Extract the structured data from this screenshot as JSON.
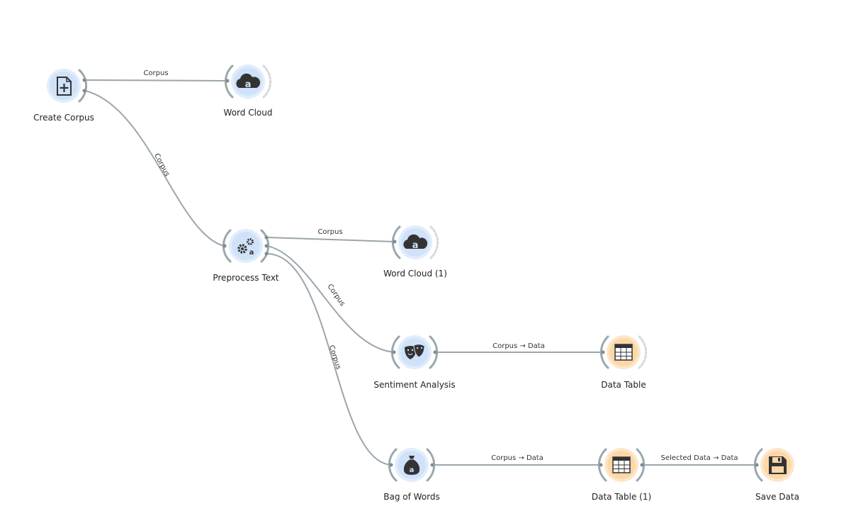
{
  "colors": {
    "blue_fill": "#cfe2fa",
    "blue_ring": "#e1edfb",
    "orange_fill": "#fcd8a8",
    "orange_ring": "#fde6c9",
    "link": "#9aa6ad",
    "icon": "#333333"
  },
  "nodes": {
    "create_corpus": {
      "label": "Create Corpus",
      "icon": "file-plus-icon"
    },
    "word_cloud": {
      "label": "Word Cloud",
      "icon": "cloud-icon"
    },
    "preprocess_text": {
      "label": "Preprocess Text",
      "icon": "gears-icon"
    },
    "word_cloud_1": {
      "label": "Word Cloud (1)",
      "icon": "cloud-icon"
    },
    "sentiment_analysis": {
      "label": "Sentiment Analysis",
      "icon": "theater-masks-icon"
    },
    "data_table": {
      "label": "Data Table",
      "icon": "table-icon"
    },
    "bag_of_words": {
      "label": "Bag of Words",
      "icon": "money-bag-icon"
    },
    "data_table_1": {
      "label": "Data Table (1)",
      "icon": "table-icon"
    },
    "save_data": {
      "label": "Save Data",
      "icon": "floppy-disk-icon"
    }
  },
  "links": {
    "create_to_wordcloud": "Corpus",
    "create_to_preprocess": "Corpus",
    "preprocess_to_wordcloud1": "Corpus",
    "preprocess_to_sentiment": "Corpus",
    "preprocess_to_bow": "Corpus",
    "sentiment_to_datatable": "Corpus → Data",
    "bow_to_datatable1": "Corpus → Data",
    "datatable1_to_savedata": "Selected Data → Data"
  }
}
